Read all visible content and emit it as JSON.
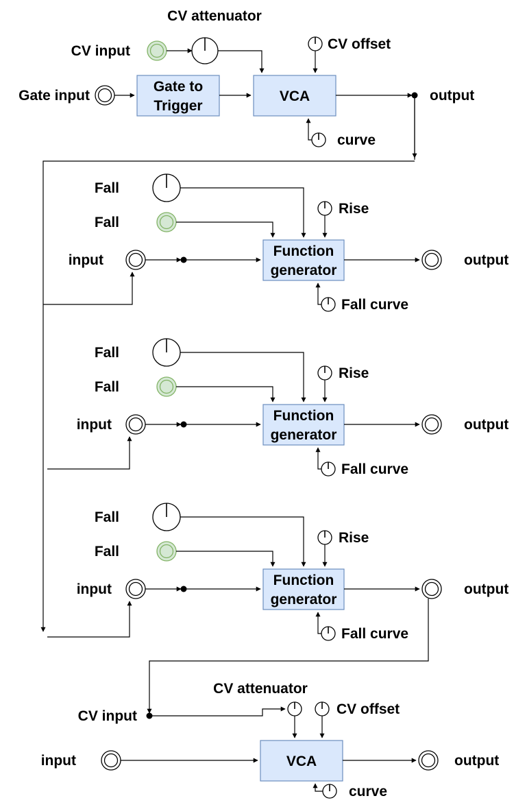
{
  "vca_top": {
    "cv_attenuator": "CV attenuator",
    "cv_input": "CV input",
    "cv_offset": "CV offset",
    "gate_input": "Gate input",
    "gate_to_trigger": [
      "Gate to",
      "Trigger"
    ],
    "vca": "VCA",
    "output": "output",
    "curve": "curve"
  },
  "function_generators": [
    {
      "fall_knob": "Fall",
      "fall_cv": "Fall",
      "rise": "Rise",
      "input": "input",
      "box": [
        "Function",
        "generator"
      ],
      "output": "output",
      "fall_curve": "Fall curve"
    },
    {
      "fall_knob": "Fall",
      "fall_cv": "Fall",
      "rise": "Rise",
      "input": "input",
      "box": [
        "Function",
        "generator"
      ],
      "output": "output",
      "fall_curve": "Fall curve"
    },
    {
      "fall_knob": "Fall",
      "fall_cv": "Fall",
      "rise": "Rise",
      "input": "input",
      "box": [
        "Function",
        "generator"
      ],
      "output": "output",
      "fall_curve": "Fall curve"
    }
  ],
  "vca_bottom": {
    "cv_attenuator": "CV attenuator",
    "cv_input": "CV input",
    "cv_offset": "CV offset",
    "input": "input",
    "vca": "VCA",
    "output": "output",
    "curve": "curve"
  }
}
